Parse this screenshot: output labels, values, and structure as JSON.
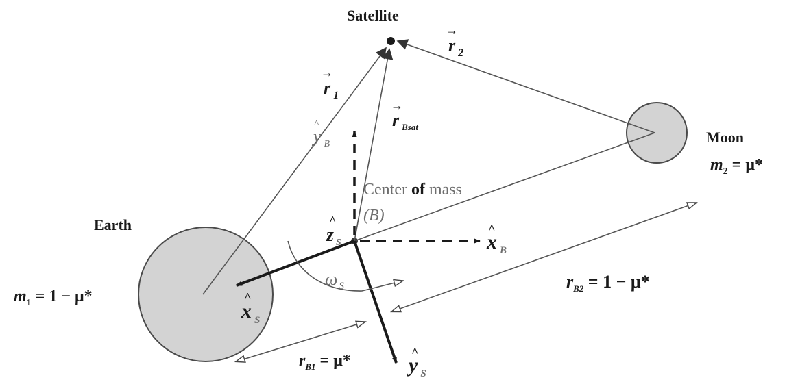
{
  "labels": {
    "satellite": "Satellite",
    "earth": "Earth",
    "moon": "Moon",
    "center_of_mass_a": "Center ",
    "center_of_mass_b": "of",
    "center_of_mass_c": " mass",
    "barycenter": "(B)",
    "m1": "m",
    "m1_sub": "1",
    "m1_expr": " = 1 − μ*",
    "m2": "m",
    "m2_sub": "2",
    "m2_expr": " = μ*",
    "r1": "r",
    "r1_sub": "1",
    "r2": "r",
    "r2_sub": "2",
    "rbsat": "r",
    "rbsat_sub": "Bsat",
    "xb": "x",
    "xb_sub": "B",
    "yb": "y",
    "yb_sub": "B",
    "xs": "x",
    "xs_sub": "S",
    "ys": "y",
    "ys_sub": "S",
    "zs": "z",
    "zs_sub": "S",
    "omega": "ω",
    "omega_sub": "S",
    "rb1": "r",
    "rb1_sub": "B1",
    "rb1_expr": " = μ*",
    "rb2": "r",
    "rb2_sub": "B2",
    "rb2_expr": " = 1 − μ*",
    "vec_arrow": "→",
    "hat": "^"
  },
  "colors": {
    "body_fill": "#d3d3d3",
    "line": "#555555",
    "bold_axis": "#1a1a1a"
  }
}
